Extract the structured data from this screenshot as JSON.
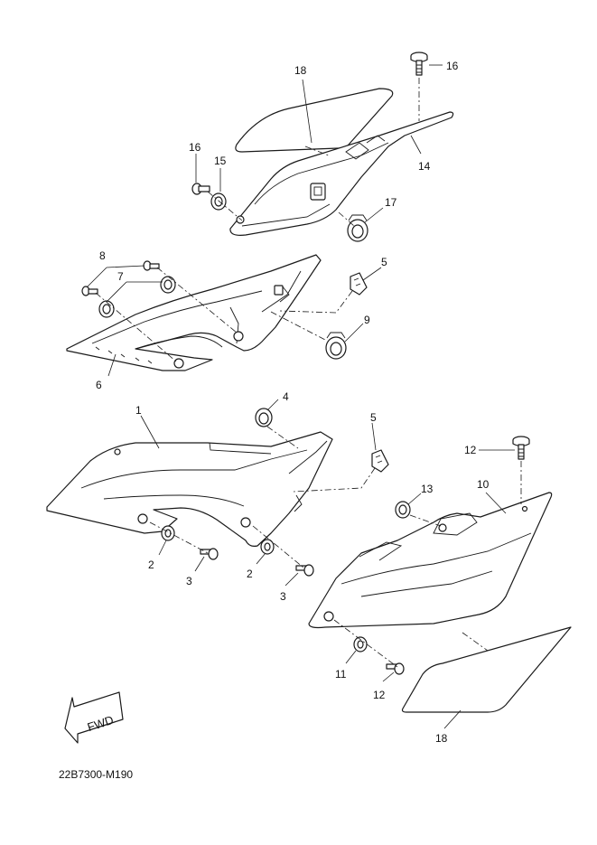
{
  "diagram_code": "22B7300-M190",
  "fwd_label": "FWD",
  "callouts": {
    "c1": "1",
    "c2a": "2",
    "c2b": "2",
    "c3a": "3",
    "c3b": "3",
    "c4": "4",
    "c5a": "5",
    "c5b": "5",
    "c6": "6",
    "c7": "7",
    "c8": "8",
    "c9": "9",
    "c10": "10",
    "c11": "11",
    "c12a": "12",
    "c12b": "12",
    "c13": "13",
    "c14": "14",
    "c15": "15",
    "c16a": "16",
    "c16b": "16",
    "c17": "17",
    "c18a": "18",
    "c18b": "18"
  }
}
